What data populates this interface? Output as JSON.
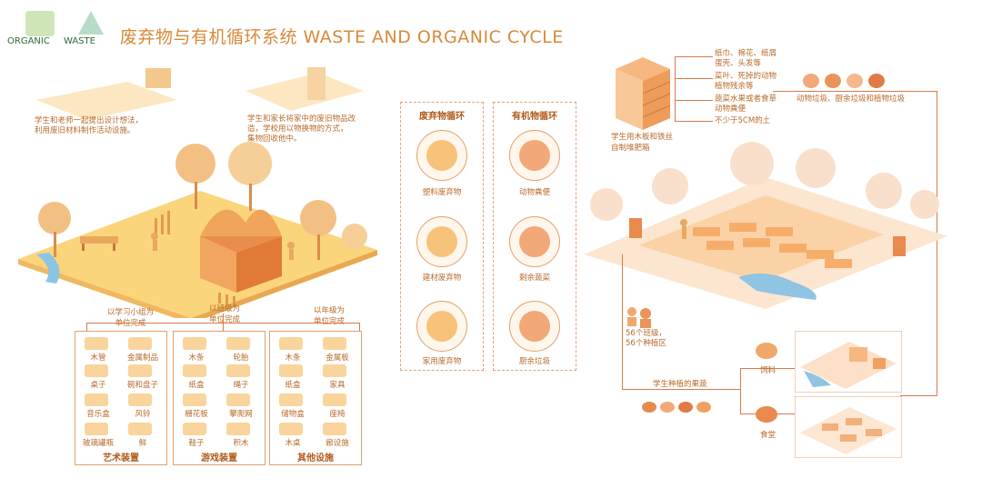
{
  "header": {
    "logo_organic": "ORGANIC",
    "logo_waste": "WASTE",
    "title": "废弃物与有机循环系统 WASTE AND ORGANIC CYCLE"
  },
  "left": {
    "caption_1": [
      "学生和老师一起提出设计想法，",
      "利用废旧材料制作活动设施。"
    ],
    "caption_2": [
      "学生和家长将家中的废旧物品改",
      "造，学校用以物换物的方式，",
      "集物回收他中。"
    ],
    "group_labels": [
      [
        "以学习小组为",
        "单位完成"
      ],
      [
        "以班级为",
        "单位完成"
      ],
      [
        "以年级为",
        "单位完成"
      ]
    ],
    "columns": [
      {
        "title": "艺术装置",
        "items": [
          "木管",
          "金属制品",
          "桌子",
          "碗和盘子",
          "音乐盒",
          "风铃",
          "玻璃罐瓶",
          "鲜"
        ]
      },
      {
        "title": "游戏装置",
        "items": [
          "木条",
          "轮胎",
          "纸盒",
          "绳子",
          "栅花板",
          "攀爬网",
          "鞋子",
          "积木"
        ]
      },
      {
        "title": "其他设施",
        "items": [
          "木条",
          "金属板",
          "纸盒",
          "家具",
          "储物盒",
          "座椅",
          "木桌",
          "廊设施"
        ]
      }
    ]
  },
  "center": {
    "waste_title": "废弃物循环",
    "waste_items": [
      "塑料废弃物",
      "建材废弃物",
      "家用废弃物"
    ],
    "organic_title": "有机物循环",
    "organic_items": [
      "动物粪便",
      "剩余蔬菜",
      "厨余垃圾"
    ]
  },
  "right": {
    "compost_label": [
      "学生用木板和铁丝",
      "自制堆肥箱"
    ],
    "layers": [
      [
        "纸巾、棉花、纸屑",
        "蛋壳、头发等"
      ],
      [
        "菜叶、死掉的动物",
        "植物残余等"
      ],
      [
        "蔬菜水果或者食草",
        "动物粪便"
      ],
      [
        "不少于5CM的土"
      ]
    ],
    "waste_types": "动物垃圾、厨余垃圾和植物垃圾",
    "classes": [
      "56个班级，",
      "56个种植区"
    ],
    "harvest": "学生种植的果蔬",
    "feed": "饲料",
    "canteen": "食堂"
  }
}
